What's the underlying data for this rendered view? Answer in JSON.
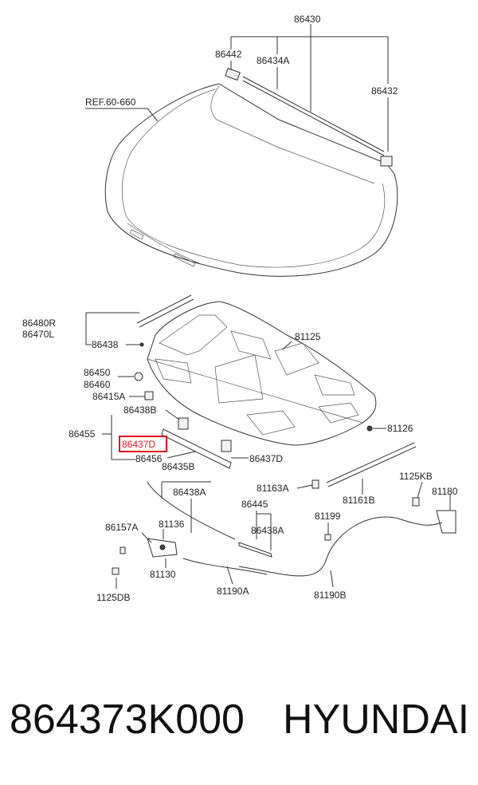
{
  "callouts": {
    "c86430": "86430",
    "c86442": "86442",
    "c86434A": "86434A",
    "c86432": "86432",
    "ref": "REF.60-660",
    "c86480R": "86480R",
    "c86470L": "86470L",
    "c86438": "86438",
    "c81125": "81125",
    "c86450": "86450",
    "c86460": "86460",
    "c86415A": "86415A",
    "c86438B": "86438B",
    "c86455": "86455",
    "c86437D_sel": "86437D",
    "c86456": "86456",
    "c86437D": "86437D",
    "c81126": "81126",
    "c86435B": "86435B",
    "c86438A_1": "86438A",
    "c81163A": "81163A",
    "c1125KB": "1125KB",
    "c81180": "81180",
    "c81161B": "81161B",
    "c86445": "86445",
    "c86438A_2": "86438A",
    "c81199": "81199",
    "c86157A": "86157A",
    "c81136": "81136",
    "c81130": "81130",
    "c1125DB": "1125DB",
    "c81190A": "81190A",
    "c81190B": "81190B"
  },
  "highlight_color": "#e0141e",
  "footer": {
    "part_number": "864373K000",
    "brand": "HYUNDAI"
  }
}
